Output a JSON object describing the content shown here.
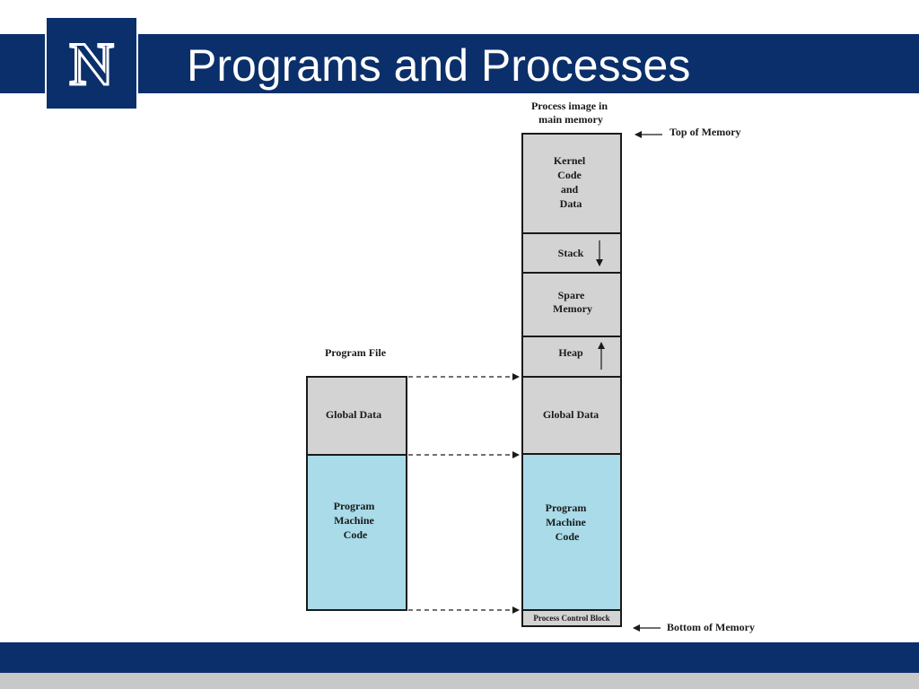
{
  "slide": {
    "title": "Programs and Processes"
  },
  "colors": {
    "brand_navy": "#0b2f6a",
    "data_gray": "#d3d3d3",
    "code_blue": "#a9dbe9",
    "footer_gray": "#c8c8c8"
  },
  "logo": {
    "icon": "university-n-logo-icon",
    "letter": "N"
  },
  "diagram": {
    "program_file_title": "Program File",
    "process_image_title": [
      "Process image in",
      "main memory"
    ],
    "program_file_segments": {
      "global_data": "Global Data",
      "machine_code": [
        "Program",
        "Machine",
        "Code"
      ]
    },
    "process_image_segments": {
      "kernel": [
        "Kernel",
        "Code",
        "and",
        "Data"
      ],
      "stack": "Stack",
      "spare": [
        "Spare",
        "Memory"
      ],
      "heap": "Heap",
      "global_data": "Global Data",
      "machine_code": [
        "Program",
        "Machine",
        "Code"
      ],
      "pcb": "Process Control Block"
    },
    "top_of_memory": "Top of Memory",
    "bottom_of_memory": "Bottom of Memory"
  }
}
